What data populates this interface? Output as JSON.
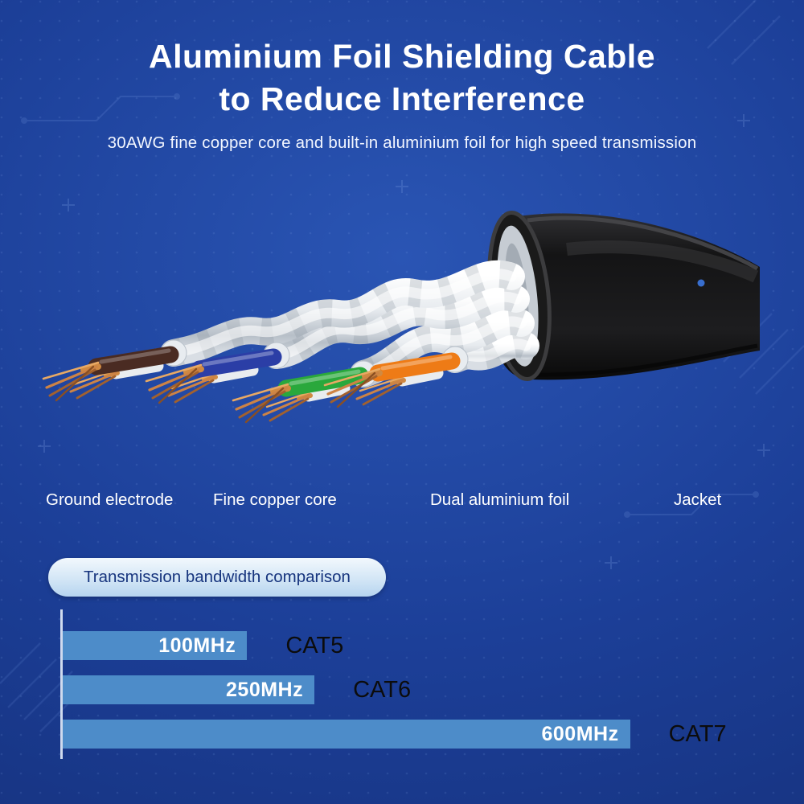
{
  "header": {
    "title_line1": "Aluminium Foil Shielding Cable",
    "title_line2": "to Reduce Interference",
    "subtitle": "30AWG fine copper core and built-in aluminium foil for high speed transmission"
  },
  "cable_parts": {
    "labels": [
      {
        "label": "Ground electrode"
      },
      {
        "label": "Fine copper core"
      },
      {
        "label": "Dual aluminium foil"
      },
      {
        "label": "Jacket"
      }
    ],
    "wire_colors": {
      "pair1_brown": "#4a2b22",
      "pair2_blue": "#2b3ea6",
      "pair3_green": "#2aa83c",
      "pair4_orange": "#ee7b16",
      "foil": "#e8ecf0",
      "jacket": "#141414",
      "copper": "#c87f3f"
    }
  },
  "comparison": {
    "badge_label": "Transmission bandwidth comparison"
  },
  "chart_data": {
    "type": "bar",
    "orientation": "horizontal",
    "title": "Transmission bandwidth comparison",
    "categories": [
      "CAT5",
      "CAT6",
      "CAT7"
    ],
    "values": [
      100,
      250,
      600
    ],
    "unit": "MHz",
    "value_labels": [
      "100MHz",
      "250MHz",
      "600MHz"
    ],
    "bar_percents": [
      26,
      35.5,
      80
    ],
    "bar_color": "#4d8cc9",
    "value_label_color": "#ffffff",
    "category_label_color": "#0c0c0c",
    "axis_line": true,
    "legend": false
  },
  "colors": {
    "background": "#1c3f98",
    "title_text": "#ffffff",
    "badge_text": "#17357e",
    "badge_background": "#d3e6f6"
  }
}
